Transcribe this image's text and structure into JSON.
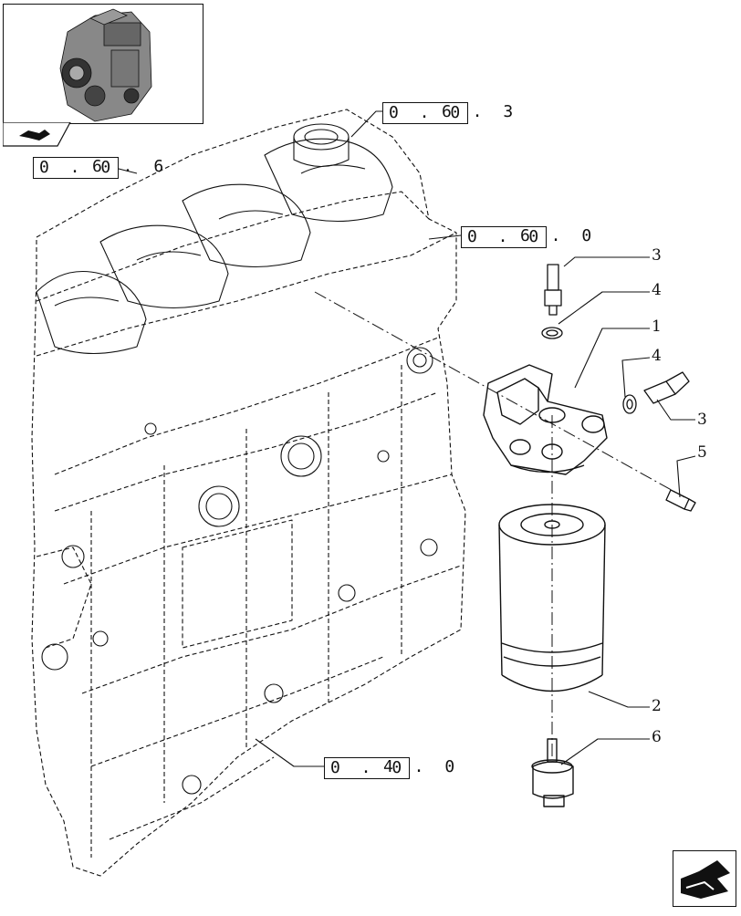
{
  "ref_links": [
    {
      "id": "r1",
      "boxed": "0 . 0",
      "tail": "6 . 3"
    },
    {
      "id": "r2",
      "boxed": "0 . 0",
      "tail": "6 . 6"
    },
    {
      "id": "r3",
      "boxed": "0 . 0",
      "tail": "6 . 0"
    },
    {
      "id": "r4",
      "boxed": "0 . 0",
      "tail": "4 . 0"
    }
  ],
  "callouts": {
    "c3a": "3",
    "c4a": "4",
    "c1": "1",
    "c4b": "4",
    "c3b": "3",
    "c5": "5",
    "c2": "2",
    "c6": "6"
  },
  "icons": {
    "thumbnail": "engine-thumbnail-icon",
    "thumbnail_tab": "book-arrow-icon",
    "nav": "next-page-arrow-icon"
  }
}
